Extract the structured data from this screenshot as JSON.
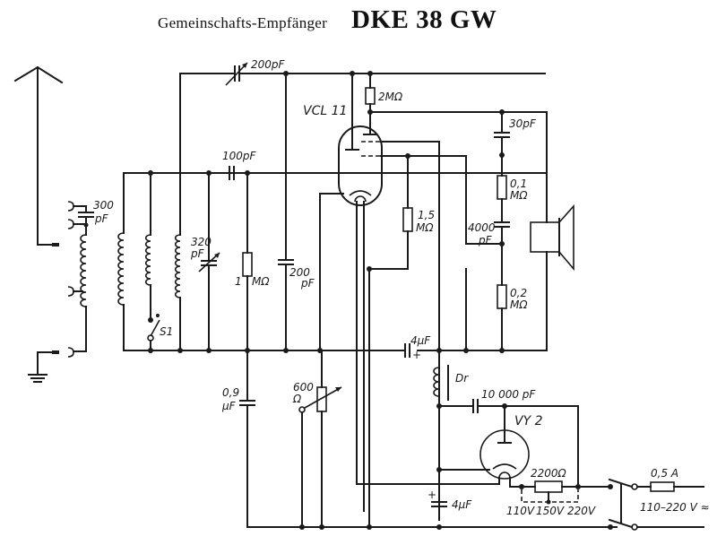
{
  "title": {
    "subtitle": "Gemeinschafts-Empfänger",
    "model": "DKE 38 GW"
  },
  "components": {
    "c_antenna": {
      "value": "300",
      "unit": "pF"
    },
    "c_tuning": {
      "value": "320",
      "unit": "pF"
    },
    "c_feedback": {
      "value": "200pF"
    },
    "c_grid": {
      "value": "100pF"
    },
    "r_grid": {
      "value": "1",
      "unit": "MΩ"
    },
    "c_200": {
      "value": "200",
      "unit": "pF"
    },
    "tube_main": {
      "label": "VCL 11"
    },
    "r_anode": {
      "value": "2MΩ"
    },
    "r_15": {
      "value": "1,5",
      "unit": "MΩ"
    },
    "c_30": {
      "value": "30pF"
    },
    "r_01": {
      "value": "0,1",
      "unit": "MΩ"
    },
    "c_4000": {
      "value": "4000",
      "unit": "pF"
    },
    "r_02": {
      "value": "0,2",
      "unit": "MΩ"
    },
    "c_4uf_top": {
      "value": "4µF",
      "polarity": "+"
    },
    "choke": {
      "label": "Dr"
    },
    "c_10000": {
      "value": "10 000 pF"
    },
    "tube_rect": {
      "label": "VY 2"
    },
    "c_09": {
      "value": "0,9",
      "unit": "µF"
    },
    "pot_600": {
      "value": "600",
      "unit": "Ω"
    },
    "c_4uf_bottom": {
      "value": "4µF",
      "polarity": "+"
    },
    "r_2200": {
      "value": "2200Ω"
    },
    "taps": [
      "110V",
      "150V",
      "220V"
    ],
    "fuse": {
      "value": "0,5 A"
    },
    "mains": {
      "value": "110–220 V ≈"
    },
    "switch": {
      "label": "S1"
    }
  }
}
